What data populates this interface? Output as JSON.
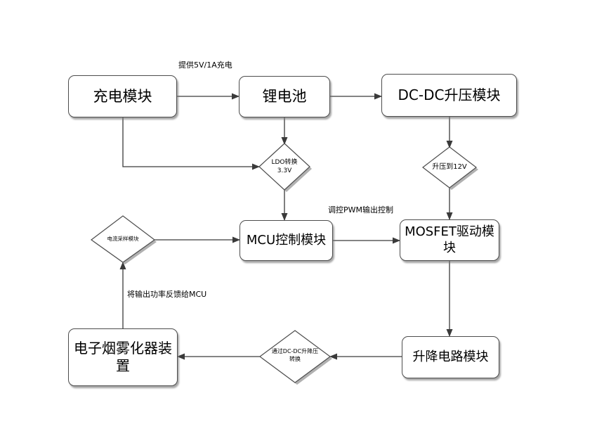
{
  "diagram": {
    "nodes": {
      "charging": "充电模块",
      "battery": "锂电池",
      "boost": "DC-DC升压模块",
      "mcu": "MCU控制模块",
      "mosfet": "MOSFET驱动模块",
      "atomizer": "电子烟雾化器装置",
      "buck_boost_circuit": "升降电路模块",
      "ldo": "LDO转换\n3.3V",
      "boost_12v": "升压到12V",
      "current_sampling": "电流采样模块",
      "dcdc_conversion": "通过DC-DC升降压\n转换"
    },
    "edge_labels": {
      "charge": "提供5V/1A充电",
      "pwm": "调控PWM输出控制",
      "feedback": "将输出功率反馈给MCU"
    },
    "colors": {
      "background": "#ffffff",
      "node_fill": "#ffffff",
      "node_border": "#4d4d4d",
      "shadow": "#9e9e9e",
      "line": "#3a3a3a",
      "text": "#000000"
    }
  }
}
